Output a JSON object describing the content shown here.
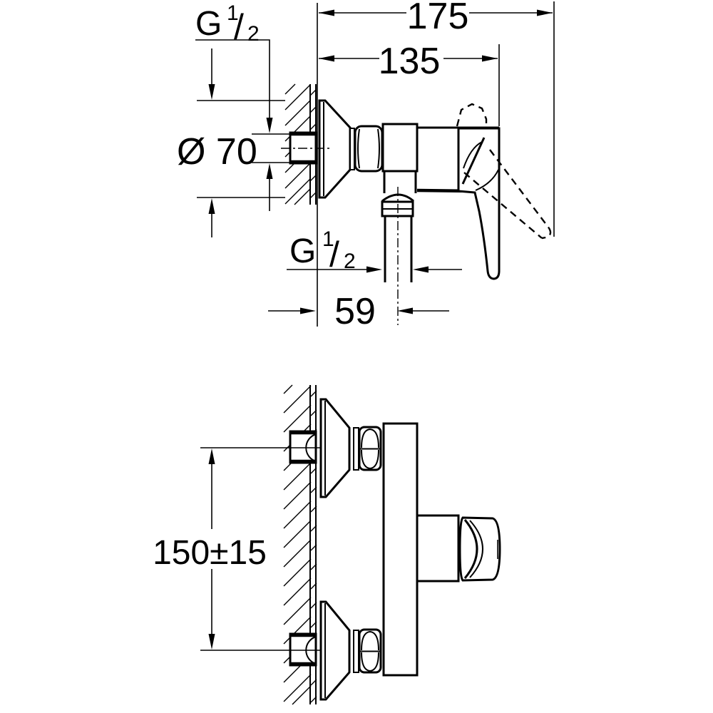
{
  "theme": {
    "ink": "#000000",
    "paper": "#ffffff"
  },
  "dimensions": {
    "overall_depth": "175",
    "depth_to_lever": "135",
    "escutcheon_diameter": "Ø 70",
    "outlet_to_wall": "59",
    "connection_spread": "150±15"
  },
  "thread_label": {
    "letter": "G",
    "numerator": "1",
    "slash": "/",
    "denominator": "2"
  }
}
